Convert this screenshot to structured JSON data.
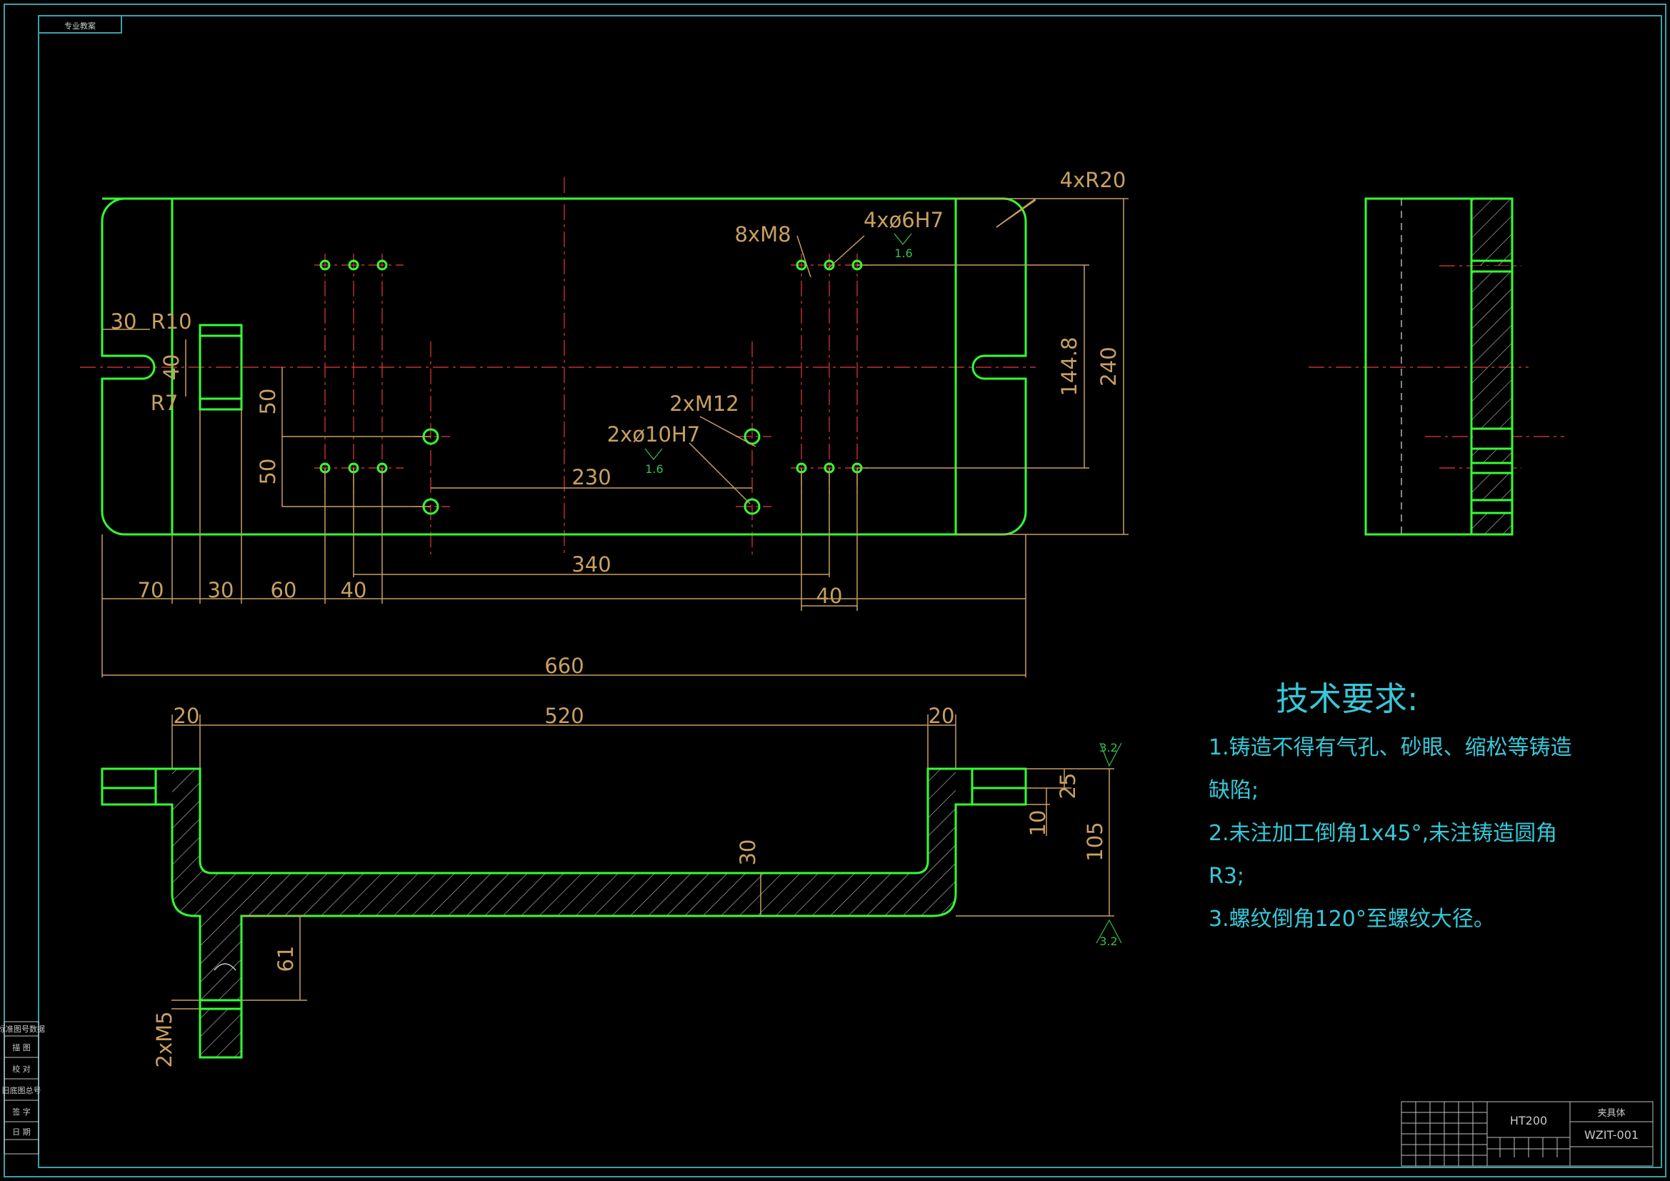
{
  "title_block": {
    "top_left_label": "专业教案",
    "material": "HT200",
    "part_name": "夹具体",
    "drawing_number": "WZIT-001"
  },
  "tech_requirements": {
    "heading": "技术要求:",
    "line1": "1.铸造不得有气孔、砂眼、缩松等铸造",
    "line2": "缺陷;",
    "line3": "2.未注加工倒角1x45°,未注铸造圆角",
    "line4": "R3;",
    "line5": "3.螺纹倒角120°至螺纹大径。"
  },
  "top_view": {
    "callout_corner_radius": "4xR20",
    "callout_m8": "8xM8",
    "callout_h7": "4xø6H7",
    "callout_m12": "2xM12",
    "callout_h7b": "2xø10H7",
    "rough_1": "1.6",
    "rough_2": "1.6",
    "dim_30_top": "30",
    "dim_r10": "R10",
    "dim_40": "40",
    "dim_r7": "R7",
    "dim_50a": "50",
    "dim_50b": "50",
    "dim_230": "230",
    "dim_340": "340",
    "dim_144_8": "144.8",
    "dim_240": "240",
    "dim_70": "70",
    "dim_30_bottom": "30",
    "dim_60": "60",
    "dim_40_left": "40",
    "dim_40_right": "40",
    "dim_660": "660"
  },
  "front_view": {
    "dim_20_left": "20",
    "dim_520": "520",
    "dim_20_right": "20",
    "dim_25": "25",
    "dim_10": "10",
    "dim_105": "105",
    "dim_30": "30",
    "dim_61": "61",
    "callout_m5": "2xM5",
    "rough_top": "3.2",
    "rough_bottom": "3.2"
  },
  "left_side_block": {
    "row1": "标准图号数据",
    "row2": "描 图",
    "row3": "校 对",
    "row4": "旧底图总号",
    "row5": "签 字",
    "row6": "日 期"
  }
}
